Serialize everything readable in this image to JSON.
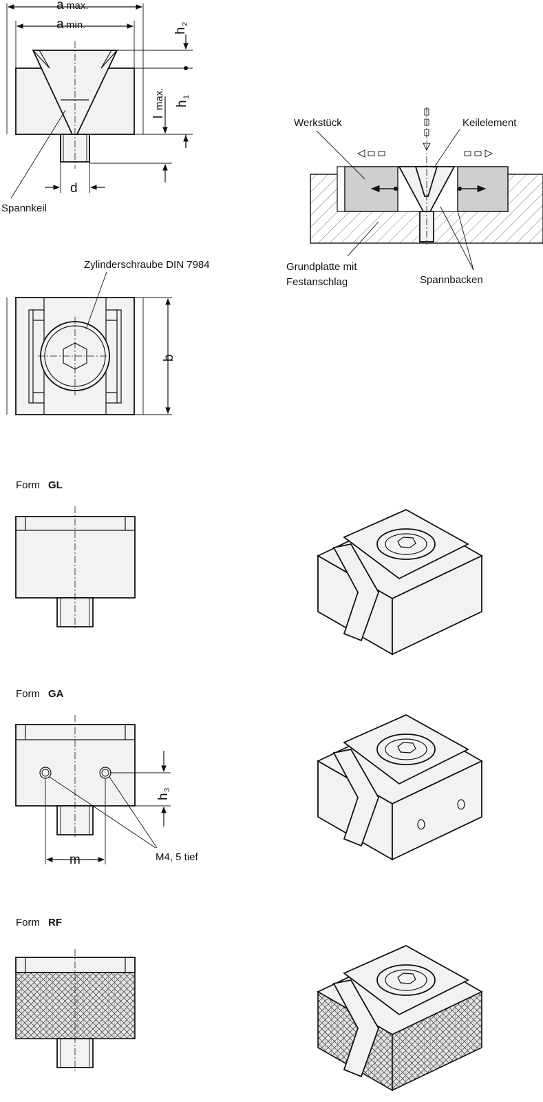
{
  "labels": {
    "a_max": "a",
    "a_max_sub": "max.",
    "a_min": "a",
    "a_min_sub": "min.",
    "h2": "h",
    "h2_sub": "2",
    "l_max": "l",
    "l_max_sub": "max.",
    "h1": "h",
    "h1_sub": "1",
    "d": "d",
    "spannkeil": "Spannkeil",
    "zylinderschraube": "Zylinderschraube DIN 7984",
    "b": "b",
    "werkstueck": "Werkstück",
    "keilelement": "Keilelement",
    "grundplatte_line1": "Grundplatte mit",
    "grundplatte_line2": "Festanschlag",
    "spannbacken": "Spannbacken",
    "h3": "h",
    "h3_sub": "3",
    "m": "m",
    "m4": "M4, 5 tief"
  },
  "forms": {
    "prefix": "Form",
    "gl": "GL",
    "ga": "GA",
    "rf": "RF"
  },
  "colors": {
    "line": "#111111",
    "part_fill": "#f2f2f2",
    "workpiece_fill": "#cfcfcf"
  }
}
